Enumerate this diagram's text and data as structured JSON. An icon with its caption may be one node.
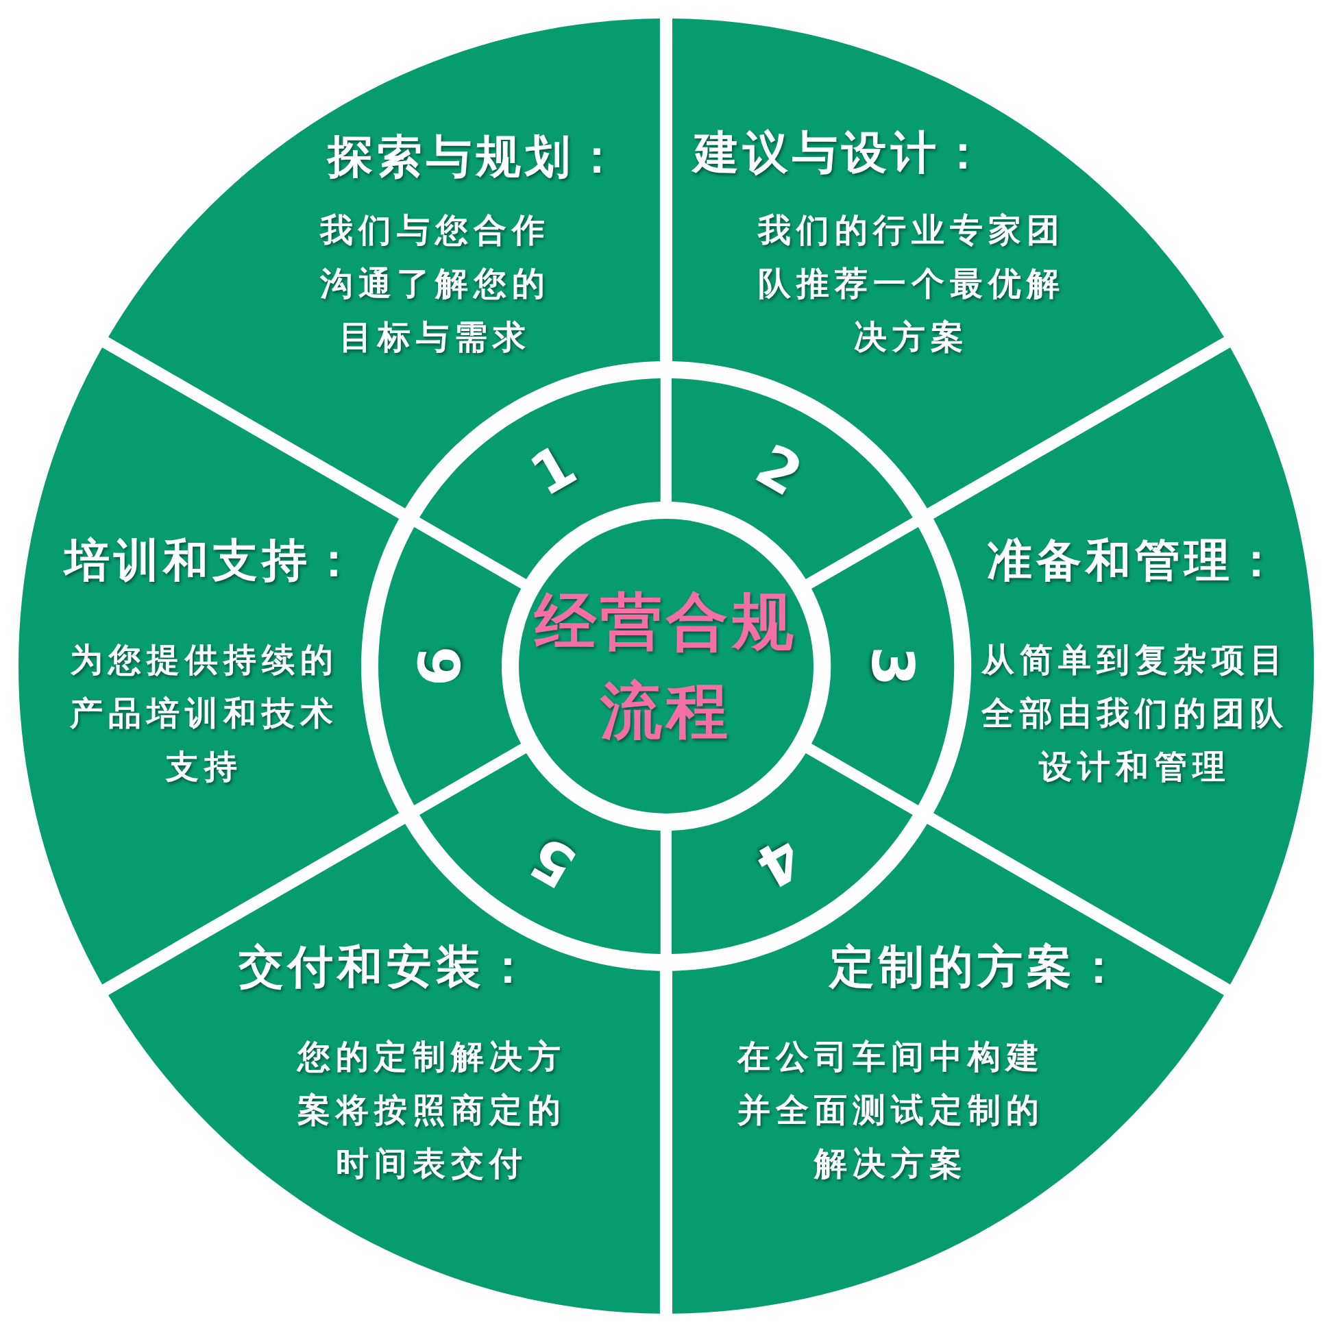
{
  "diagram": {
    "nodes": [
      {
        "text": [
          "经营合规流程"
        ]
      },
      {
        "text": [
          "1"
        ]
      },
      {
        "text": [
          "2"
        ]
      },
      {
        "text": [
          "3"
        ]
      },
      {
        "text": [
          "4"
        ]
      },
      {
        "text": [
          "5"
        ]
      },
      {
        "text": [
          "6"
        ]
      },
      {
        "text": [
          "探索与规划：",
          "我们与您合作沟通了解您的目标与需求"
        ]
      },
      {
        "text": [
          "建议与设计：",
          "我们的行业专家团队推荐一个最优解决方案"
        ]
      },
      {
        "text": [
          "准备和管理：",
          "从简单到复杂项目全部由我们的团队设计和管理"
        ]
      },
      {
        "text": [
          "定制的方案：",
          "在公司车间中构建并全面测试定制的解决方案"
        ]
      },
      {
        "text": [
          "交付和安装：",
          "您的定制解决方案将按照商定的时间表交付"
        ]
      },
      {
        "text": [
          "培训和支持：",
          "为您提供持续的产品培训和技术支持"
        ]
      }
    ]
  }
}
